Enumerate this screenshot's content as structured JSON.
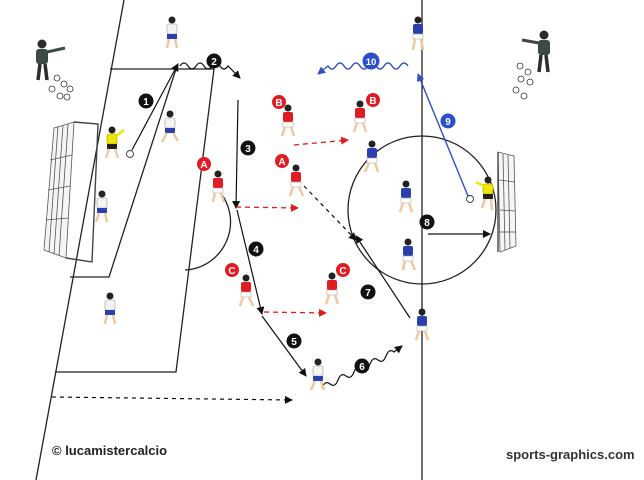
{
  "colors": {
    "red_team": "#e11b22",
    "blue_team": "#2b3fae",
    "white_team": "#f4f4f4",
    "keeper": "#f2e600",
    "coach": "#3c4a42",
    "step_circle": "#111111",
    "step_circle_blue": "#2b4fc8",
    "red_pass": "#e01c1c",
    "blue_run": "#3050c0"
  },
  "markers": {
    "steps": [
      "1",
      "2",
      "3",
      "4",
      "5",
      "6",
      "7",
      "8"
    ],
    "blue_steps": [
      "9",
      "10"
    ],
    "letters": [
      "A",
      "B",
      "C"
    ]
  },
  "credits": {
    "left": "© lucamistercalcio",
    "right": "sports-graphics.com"
  }
}
